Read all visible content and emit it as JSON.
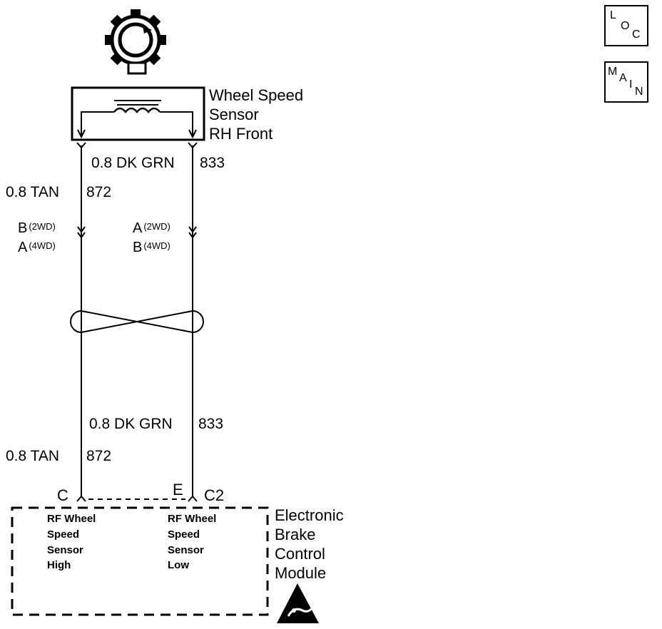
{
  "sensor": {
    "name_line1": "Wheel Speed",
    "name_line2": "Sensor",
    "name_line3": "RH Front"
  },
  "wires": {
    "upper_right": "0.8 DK GRN",
    "upper_right_circuit": "833",
    "upper_left": "0.8 TAN",
    "upper_left_circuit": "872",
    "lower_right": "0.8 DK GRN",
    "lower_right_circuit": "833",
    "lower_left": "0.8 TAN",
    "lower_left_circuit": "872"
  },
  "inline_connector": {
    "left_pin_1": "B",
    "left_pin_1_note": "(2WD)",
    "left_pin_2": "A",
    "left_pin_2_note": "(4WD)",
    "right_pin_1": "A",
    "right_pin_1_note": "(2WD)",
    "right_pin_2": "B",
    "right_pin_2_note": "(4WD)"
  },
  "module_connector": {
    "left_pin": "C",
    "right_pin": "E",
    "connector_id": "C2"
  },
  "module": {
    "name_line1": "Electronic",
    "name_line2": "Brake",
    "name_line3": "Control",
    "name_line4": "Module",
    "input_high": [
      "RF Wheel",
      "Speed",
      "Sensor",
      "High"
    ],
    "input_low": [
      "RF Wheel",
      "Speed",
      "Sensor",
      "Low"
    ]
  },
  "icons": {
    "loc": [
      "L",
      "O",
      "C"
    ],
    "main": [
      "M",
      "A",
      "I",
      "N"
    ],
    "tone_wheel": "tone-wheel-icon",
    "esd": "esd-warning-icon"
  },
  "colors": {
    "ink": "#000000",
    "paper": "#ffffff"
  }
}
